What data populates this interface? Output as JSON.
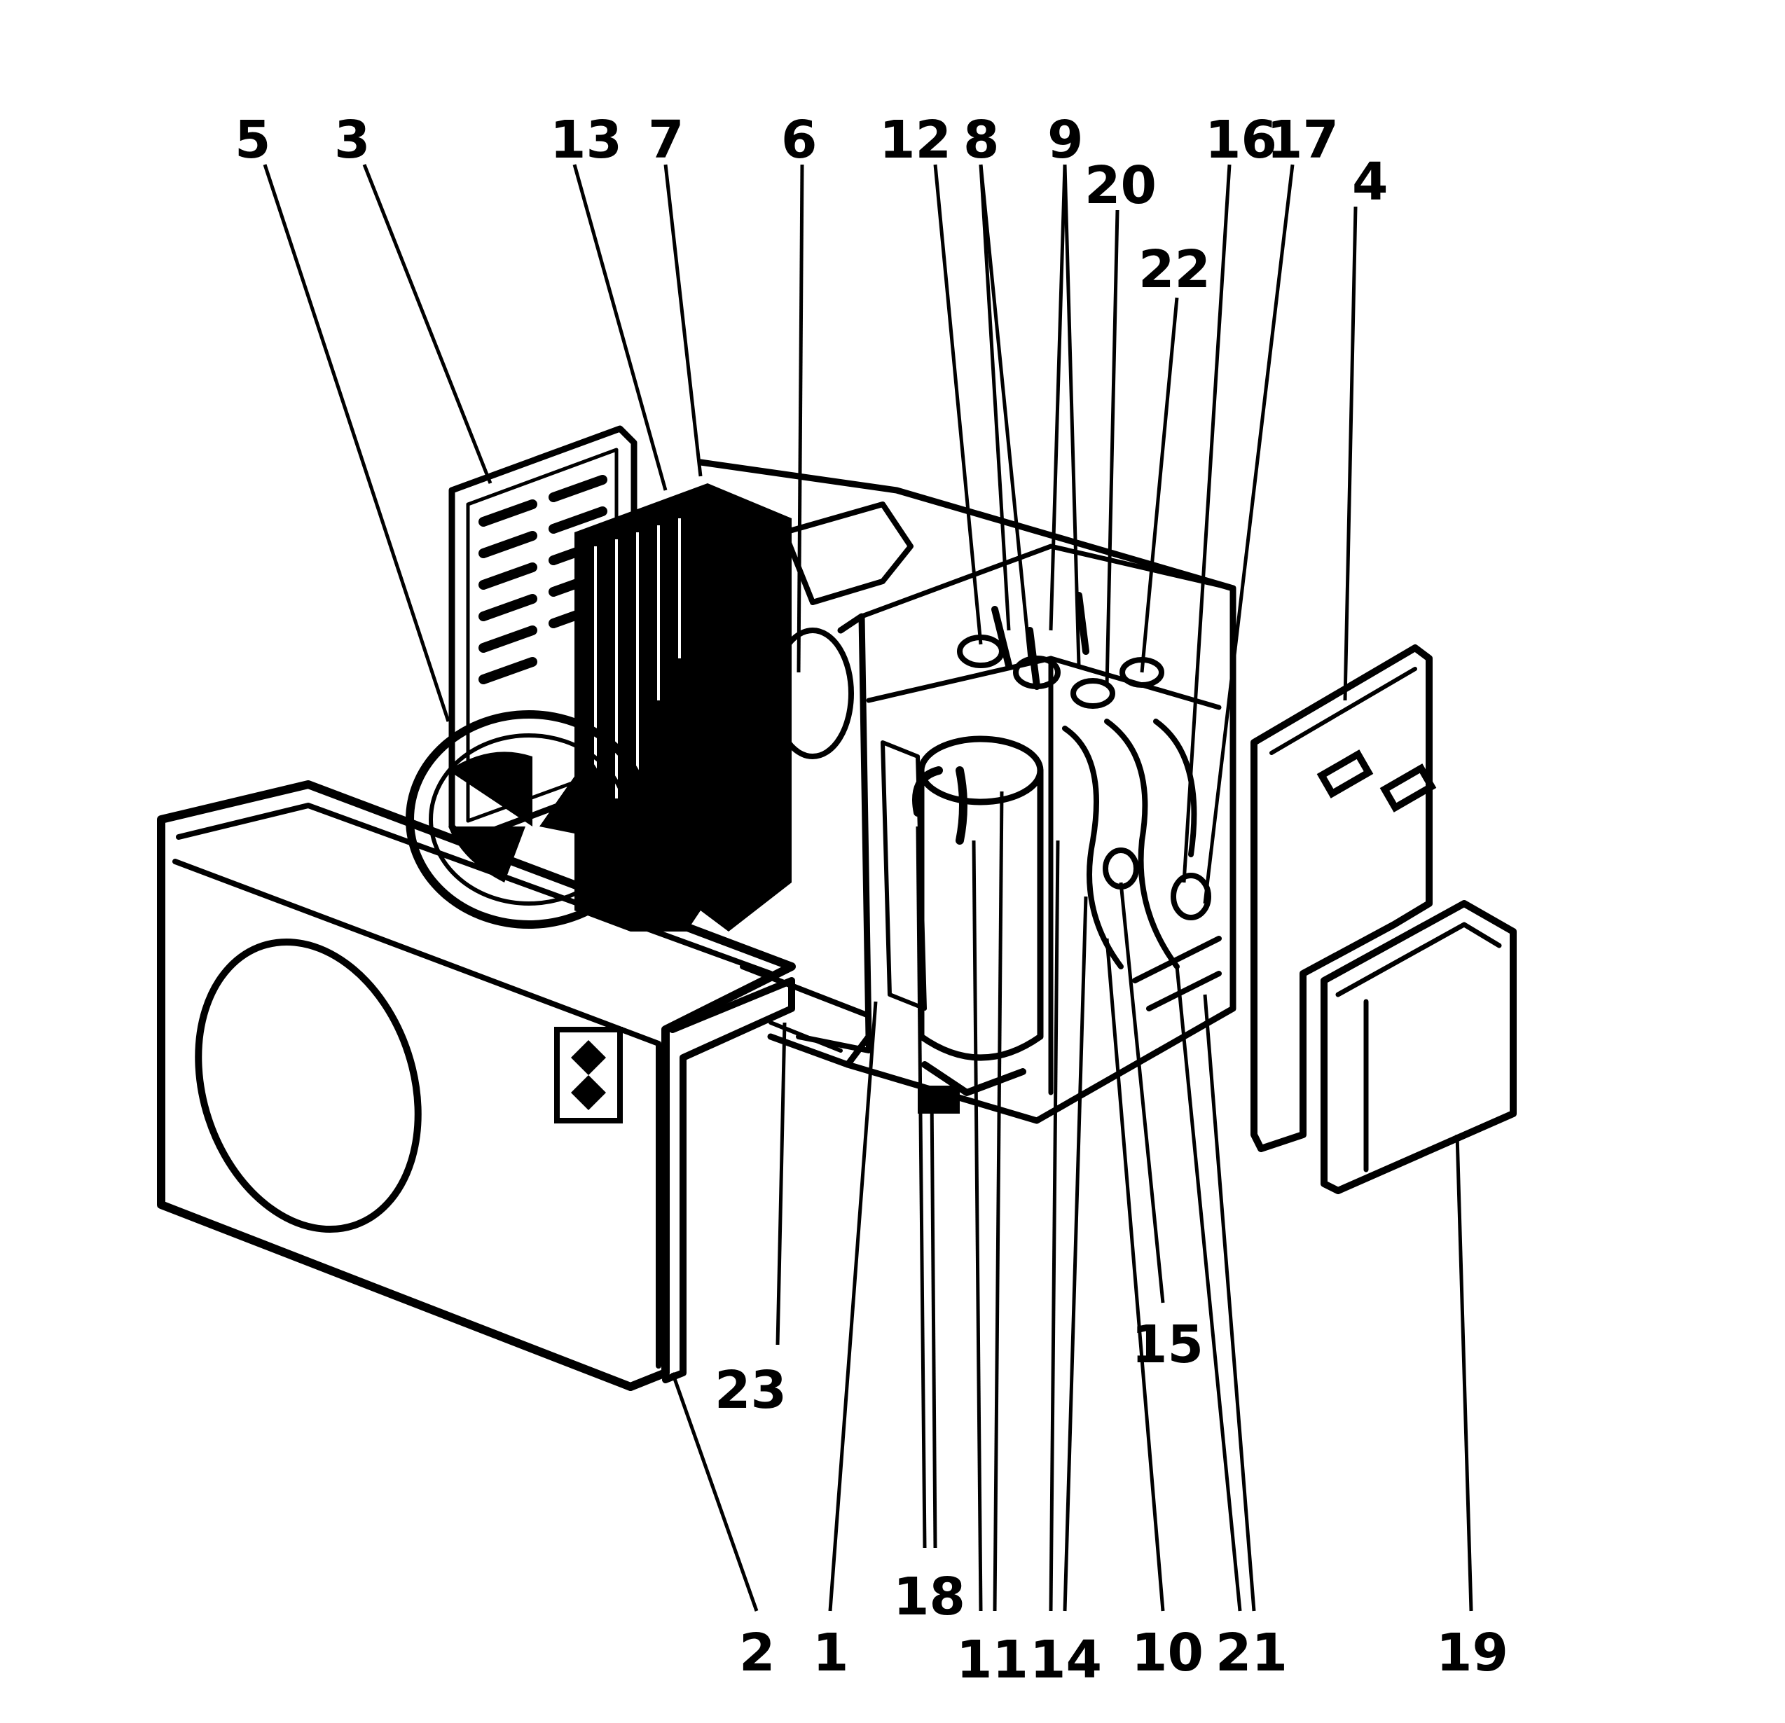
{
  "diagram": {
    "callouts": [
      {
        "id": "5",
        "label": "5"
      },
      {
        "id": "3",
        "label": "3"
      },
      {
        "id": "13",
        "label": "13"
      },
      {
        "id": "7",
        "label": "7"
      },
      {
        "id": "6",
        "label": "6"
      },
      {
        "id": "12",
        "label": "12"
      },
      {
        "id": "8",
        "label": "8"
      },
      {
        "id": "9",
        "label": "9"
      },
      {
        "id": "20",
        "label": "20"
      },
      {
        "id": "16",
        "label": "16"
      },
      {
        "id": "17",
        "label": "17"
      },
      {
        "id": "4",
        "label": "4"
      },
      {
        "id": "22",
        "label": "22"
      },
      {
        "id": "23",
        "label": "23"
      },
      {
        "id": "15",
        "label": "15"
      },
      {
        "id": "2",
        "label": "2"
      },
      {
        "id": "1",
        "label": "1"
      },
      {
        "id": "18",
        "label": "18"
      },
      {
        "id": "11",
        "label": "11"
      },
      {
        "id": "14",
        "label": "14"
      },
      {
        "id": "10",
        "label": "10"
      },
      {
        "id": "21",
        "label": "21"
      },
      {
        "id": "19",
        "label": "19"
      }
    ]
  }
}
